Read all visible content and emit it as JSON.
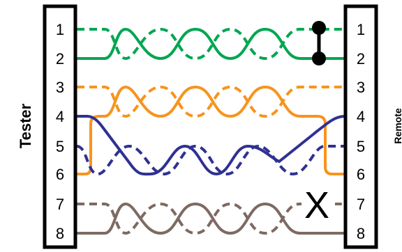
{
  "left_label": "Tester",
  "right_label": "Remote",
  "pins": [
    "1",
    "2",
    "3",
    "4",
    "5",
    "6",
    "7",
    "8"
  ],
  "fault_mark": "X",
  "colors": {
    "green": "#00a651",
    "orange": "#f7941d",
    "blue": "#2e3192",
    "brown": "#7d6a62",
    "frame": "#000000"
  },
  "wiring": [
    {
      "pair": "green",
      "tester_pins": [
        "1",
        "2"
      ],
      "remote_pins": [
        "1",
        "2"
      ],
      "fault": "short between remote pins 1 and 2"
    },
    {
      "pair": "orange",
      "tester_pins": [
        "3",
        "6"
      ],
      "remote_pins": [
        "3",
        "6"
      ],
      "fault": "none"
    },
    {
      "pair": "blue",
      "tester_pins": [
        "4",
        "5"
      ],
      "remote_pins": [
        "6",
        "5"
      ],
      "fault": "miswire"
    },
    {
      "pair": "brown",
      "tester_pins": [
        "7",
        "8"
      ],
      "remote_pins": [
        "7",
        "8"
      ],
      "fault": "open on pin 7"
    }
  ]
}
